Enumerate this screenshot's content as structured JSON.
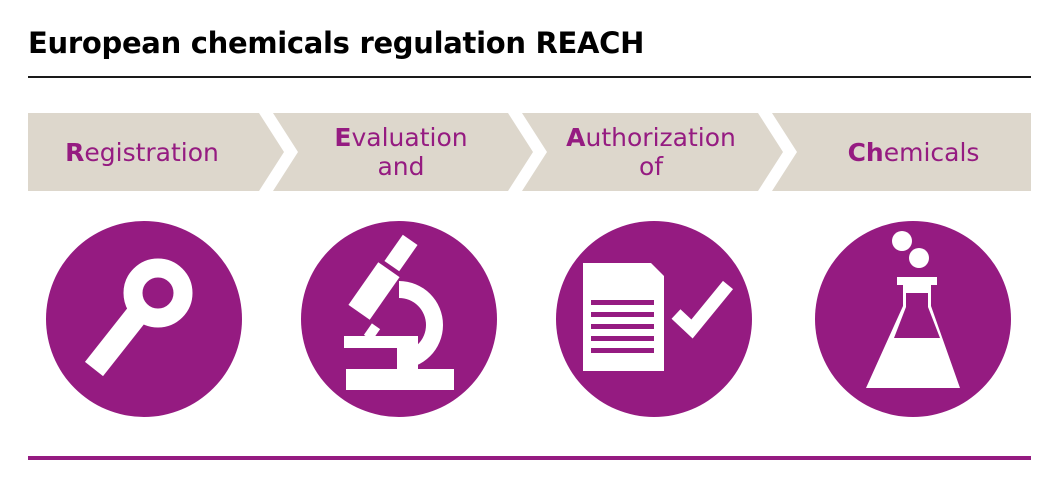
{
  "title": "European chemicals regulation REACH",
  "colors": {
    "accent": "#951b81",
    "banner": "#ddd7cc",
    "text_dark": "#000000",
    "icon_fill": "#ffffff"
  },
  "steps": [
    {
      "initial": "R",
      "rest": "egistration",
      "line2": "",
      "icon": "magnifier-icon"
    },
    {
      "initial": "E",
      "rest": "valuation",
      "line2": "and",
      "icon": "microscope-icon"
    },
    {
      "initial": "A",
      "rest": "uthorization",
      "line2": "of",
      "icon": "document-check-icon"
    },
    {
      "initial": "Ch",
      "rest": "emicals",
      "line2": "",
      "icon": "flask-icon"
    }
  ]
}
